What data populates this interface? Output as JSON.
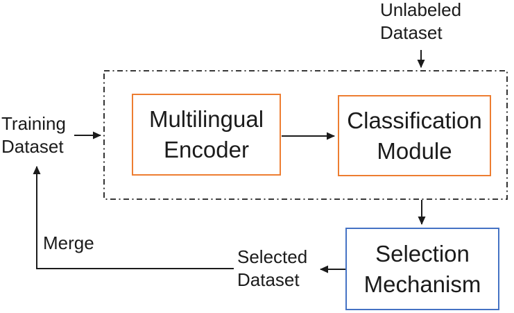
{
  "diagram": {
    "title": "self-training loop diagram",
    "colors": {
      "box_accent_orange": "#ED7D31",
      "box_accent_blue": "#4472C4",
      "line_black": "#1b1b1b",
      "background": "#ffffff"
    },
    "container": {
      "style": "dash-dot rectangle",
      "encloses": [
        "Multilingual Encoder",
        "Classification Module"
      ]
    },
    "boxes": {
      "encoder": {
        "line1": "Multilingual",
        "line2": "Encoder",
        "border_color": "#ED7D31"
      },
      "classifier": {
        "line1": "Classification",
        "line2": "Module",
        "border_color": "#ED7D31"
      },
      "selector": {
        "line1": "Selection",
        "line2": "Mechanism",
        "border_color": "#4472C4"
      }
    },
    "labels": {
      "unlabeled": {
        "line1": "Unlabeled",
        "line2": "Dataset"
      },
      "training": {
        "line1": "Training",
        "line2": "Dataset"
      },
      "selected": {
        "line1": "Selected",
        "line2": "Dataset"
      },
      "merge": "Merge"
    },
    "edges": [
      {
        "from": "Unlabeled Dataset",
        "to": "dashed container (Classification Module)",
        "direction": "down"
      },
      {
        "from": "Training Dataset",
        "to": "dashed container (Multilingual Encoder)",
        "direction": "right"
      },
      {
        "from": "Multilingual Encoder",
        "to": "Classification Module",
        "direction": "right"
      },
      {
        "from": "Classification Module",
        "to": "Selection Mechanism",
        "direction": "down"
      },
      {
        "from": "Selection Mechanism",
        "to": "Selected Dataset",
        "direction": "left"
      },
      {
        "from": "Selected Dataset",
        "to": "Training Dataset",
        "direction": "left-then-up",
        "label": "Merge"
      }
    ]
  }
}
